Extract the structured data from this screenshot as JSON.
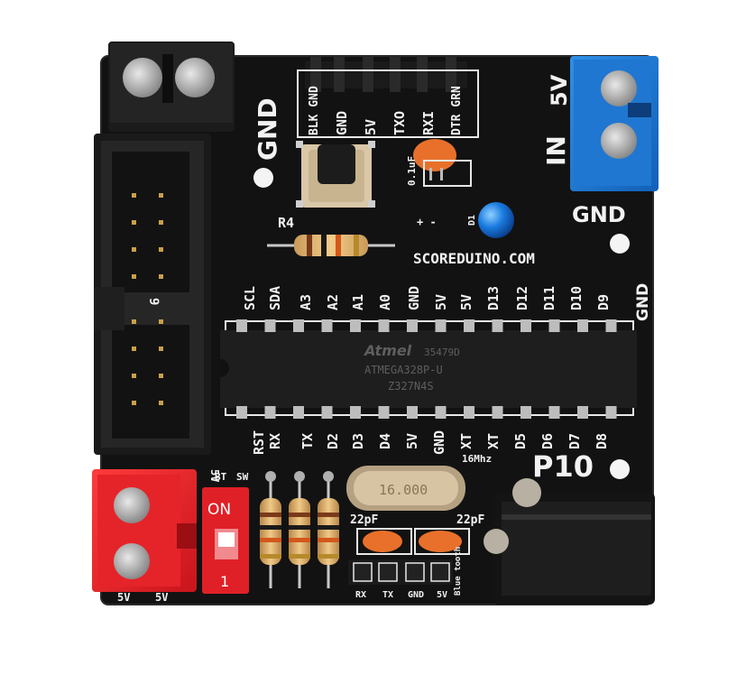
{
  "board": {
    "website": "SCOREDUINO.COM",
    "p10_label": "P10",
    "in_label": "IN",
    "power_5v": "5V",
    "power_gnd": "GND",
    "gnd_left": "GND",
    "gnd_right": "GND",
    "header_labels": [
      "BLK GND",
      "GND",
      "5V",
      "TXO",
      "RXI",
      "DTR GRN"
    ],
    "top_pins": [
      "SCL",
      "SDA",
      "A3",
      "A2",
      "A1",
      "A0",
      "GND",
      "5V",
      "5V",
      "D13",
      "D12",
      "D11",
      "D10",
      "D9"
    ],
    "bottom_pins": [
      "RST",
      "RX",
      "TX",
      "D2",
      "D3",
      "D4",
      "5V",
      "GND",
      "XT",
      "XT",
      "D5",
      "D6",
      "D7",
      "D8"
    ],
    "cap_label": "0.1uF",
    "resistor_label": "R4",
    "led_label": "D1",
    "crystal_label": "16Mhz",
    "crystal_marking": "16.000",
    "cap_22pf_left": "22pF",
    "cap_22pf_right": "22pF",
    "chip_brand": "Atmel",
    "chip_line1": "ATMEGA328P-U",
    "chip_line2": "Z327N4S",
    "chip_code": "35479D",
    "switch_on": "ON",
    "switch_one": "1",
    "switch_bt": "BT",
    "switch_sw": "SW",
    "bt_header_labels": [
      "RX",
      "TX",
      "GND",
      "5V",
      "Blue tooth"
    ],
    "idc_pin_number": "9",
    "left_5v": "5V",
    "bottom_left_5v": "5V",
    "bottom_left_5v_b": "5V"
  }
}
